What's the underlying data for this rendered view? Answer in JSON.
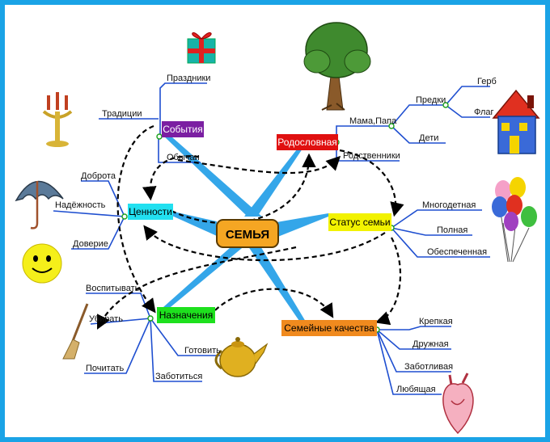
{
  "center": {
    "label": "СЕМЬЯ"
  },
  "nodes": {
    "sobytiya": {
      "label": "События",
      "fill": "#7b1fa2",
      "text_color": "#ffffff"
    },
    "rodoslovnaya": {
      "label": "Родословная",
      "fill": "#e01010",
      "text_color": "#ffffff"
    },
    "cennosti": {
      "label": "Ценности",
      "fill": "#22e0f0",
      "text_color": "#000000"
    },
    "status": {
      "label": "Статус семьи",
      "fill": "#f2f200",
      "text_color": "#000000"
    },
    "naznachenie": {
      "label": "Назначения",
      "fill": "#1ee01e",
      "text_color": "#000000"
    },
    "kachestva": {
      "label": "Семейные качества",
      "fill": "#f08a1e",
      "text_color": "#000000"
    }
  },
  "leaves": {
    "prazdniki": "Праздники",
    "tradicii": "Традиции",
    "obychai": "Обычаи",
    "mama_papa": "Мама,Папа",
    "predki": "Предки",
    "deti": "Дети",
    "gerb": "Герб",
    "flag": "Флаг",
    "rodstvenniki": "Родственники",
    "dobrota": "Доброта",
    "nadezhnost": "Надёжность",
    "doverie": "Доверие",
    "mnogodetnaya": "Многодетная",
    "polnaya": "Полная",
    "obespechennaya": "Обеспеченная",
    "vospitivat": "Воспитывать",
    "ubirat": "Убирать",
    "pochitat": "Почитать",
    "gotovit": "Готовить",
    "zabotitsya": "Заботиться",
    "krepkaya": "Крепкая",
    "druzhnaya": "Дружная",
    "zabotlivaya": "Заботливая",
    "lyubyashaya": "Любящая"
  },
  "colors": {
    "frame": "#1aa3e6",
    "spoke": "#2aa2e8",
    "branch": "#1f4fd0",
    "center_fill": "#f5a623",
    "center_border": "#5a3a00"
  }
}
